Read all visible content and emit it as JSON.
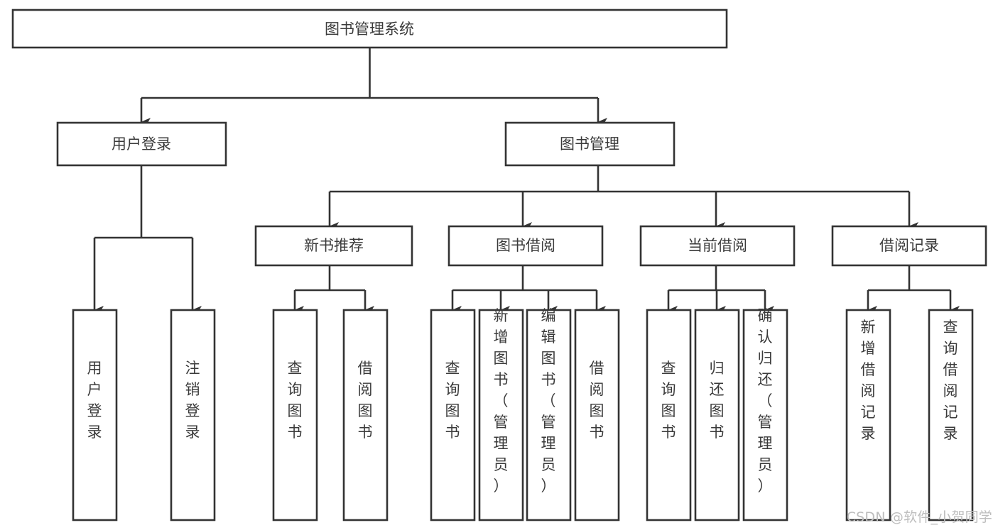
{
  "diagram": {
    "title": "图书管理系统",
    "type": "tree-hierarchy-diagram",
    "colors": {
      "background": "#ffffff",
      "box_stroke": "#333333",
      "box_fill": "#ffffff",
      "text": "#3a3a3a",
      "connector": "#333333",
      "watermark": "#bdbdbd"
    },
    "root": {
      "label": "图书管理系统"
    },
    "level2": [
      {
        "label": "用户登录"
      },
      {
        "label": "图书管理"
      }
    ],
    "level3": [
      {
        "label": "新书推荐"
      },
      {
        "label": "图书借阅"
      },
      {
        "label": "当前借阅"
      },
      {
        "label": "借阅记录"
      }
    ],
    "leaves": {
      "user_login": [
        {
          "label": "用户登录"
        },
        {
          "label": "注销登录"
        }
      ],
      "new_book_recommend": [
        {
          "label": "查询图书"
        },
        {
          "label": "借阅图书"
        }
      ],
      "book_borrow": [
        {
          "label": "查询图书"
        },
        {
          "label": "新增图书（管理员）"
        },
        {
          "label": "编辑图书（管理员）"
        },
        {
          "label": "借阅图书"
        }
      ],
      "current_borrow": [
        {
          "label": "查询图书"
        },
        {
          "label": "归还图书"
        },
        {
          "label": "确认归还（管理员）"
        }
      ],
      "borrow_record": [
        {
          "label": "新增借阅记录"
        },
        {
          "label": "查询借阅记录"
        }
      ]
    },
    "watermark": "CSDN @软件_小贺同学"
  }
}
